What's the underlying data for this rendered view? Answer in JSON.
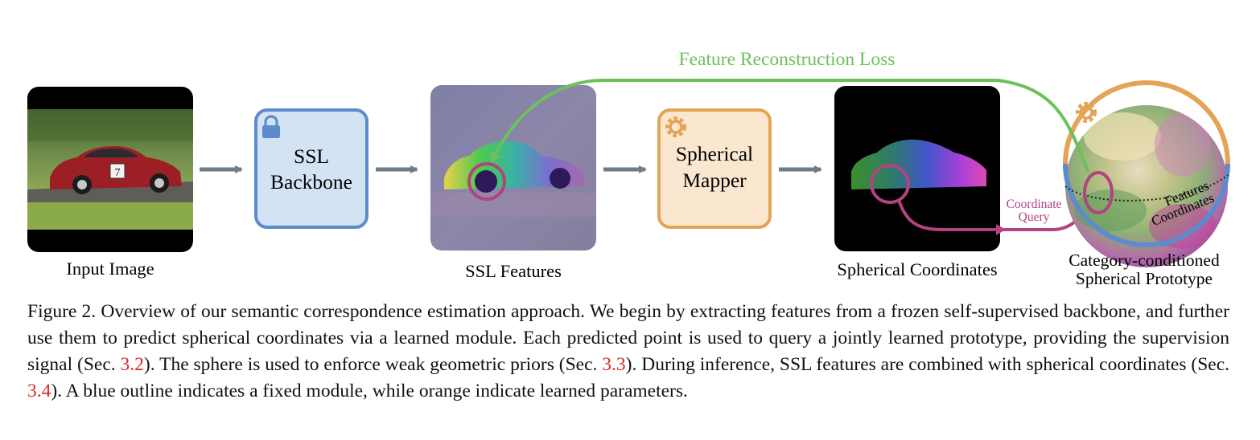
{
  "diagram": {
    "input_image": {
      "label": "Input Image",
      "plate_number": "7"
    },
    "backbone": {
      "line1": "SSL",
      "line2": "Backbone",
      "icon": "lock-icon"
    },
    "ssl_features": {
      "label": "SSL Features"
    },
    "mapper": {
      "line1": "Spherical",
      "line2": "Mapper",
      "icon": "gear-icon"
    },
    "spherical_coordinates": {
      "label": "Spherical Coordinates"
    },
    "prototype": {
      "label_line1": "Category-conditioned",
      "label_line2": "Spherical Prototype",
      "features_text": "Features",
      "coordinates_text": "Coordinates",
      "icon": "gear-icon"
    },
    "loss_label": "Feature Reconstruction Loss",
    "query_line1": "Coordinate",
    "query_line2": "Query",
    "colors": {
      "fixed_blue": "#5b8ccb",
      "fixed_fill": "#d4e3f4",
      "learned_orange": "#e4a355",
      "learned_fill": "#fbe7cf",
      "loss_green": "#6cc15a",
      "query_magenta": "#b1437f",
      "arrow_gray": "#6f7b85"
    }
  },
  "caption": {
    "text_1": "Figure 2. Overview of our semantic correspondence estimation approach. We begin by extracting features from a frozen self-supervised backbone, and further use them to predict spherical coordinates via a learned module. Each predicted point is used to query a jointly learned prototype, providing the supervision signal (Sec. ",
    "ref_1": "3.2",
    "text_2": "). The sphere is used to enforce weak geometric priors (Sec. ",
    "ref_2": "3.3",
    "text_3": "). During inference, SSL features are combined with spherical coordinates (Sec. ",
    "ref_3": "3.4",
    "text_4": "). A blue outline indicates a fixed module, while orange indicate learned parameters."
  }
}
